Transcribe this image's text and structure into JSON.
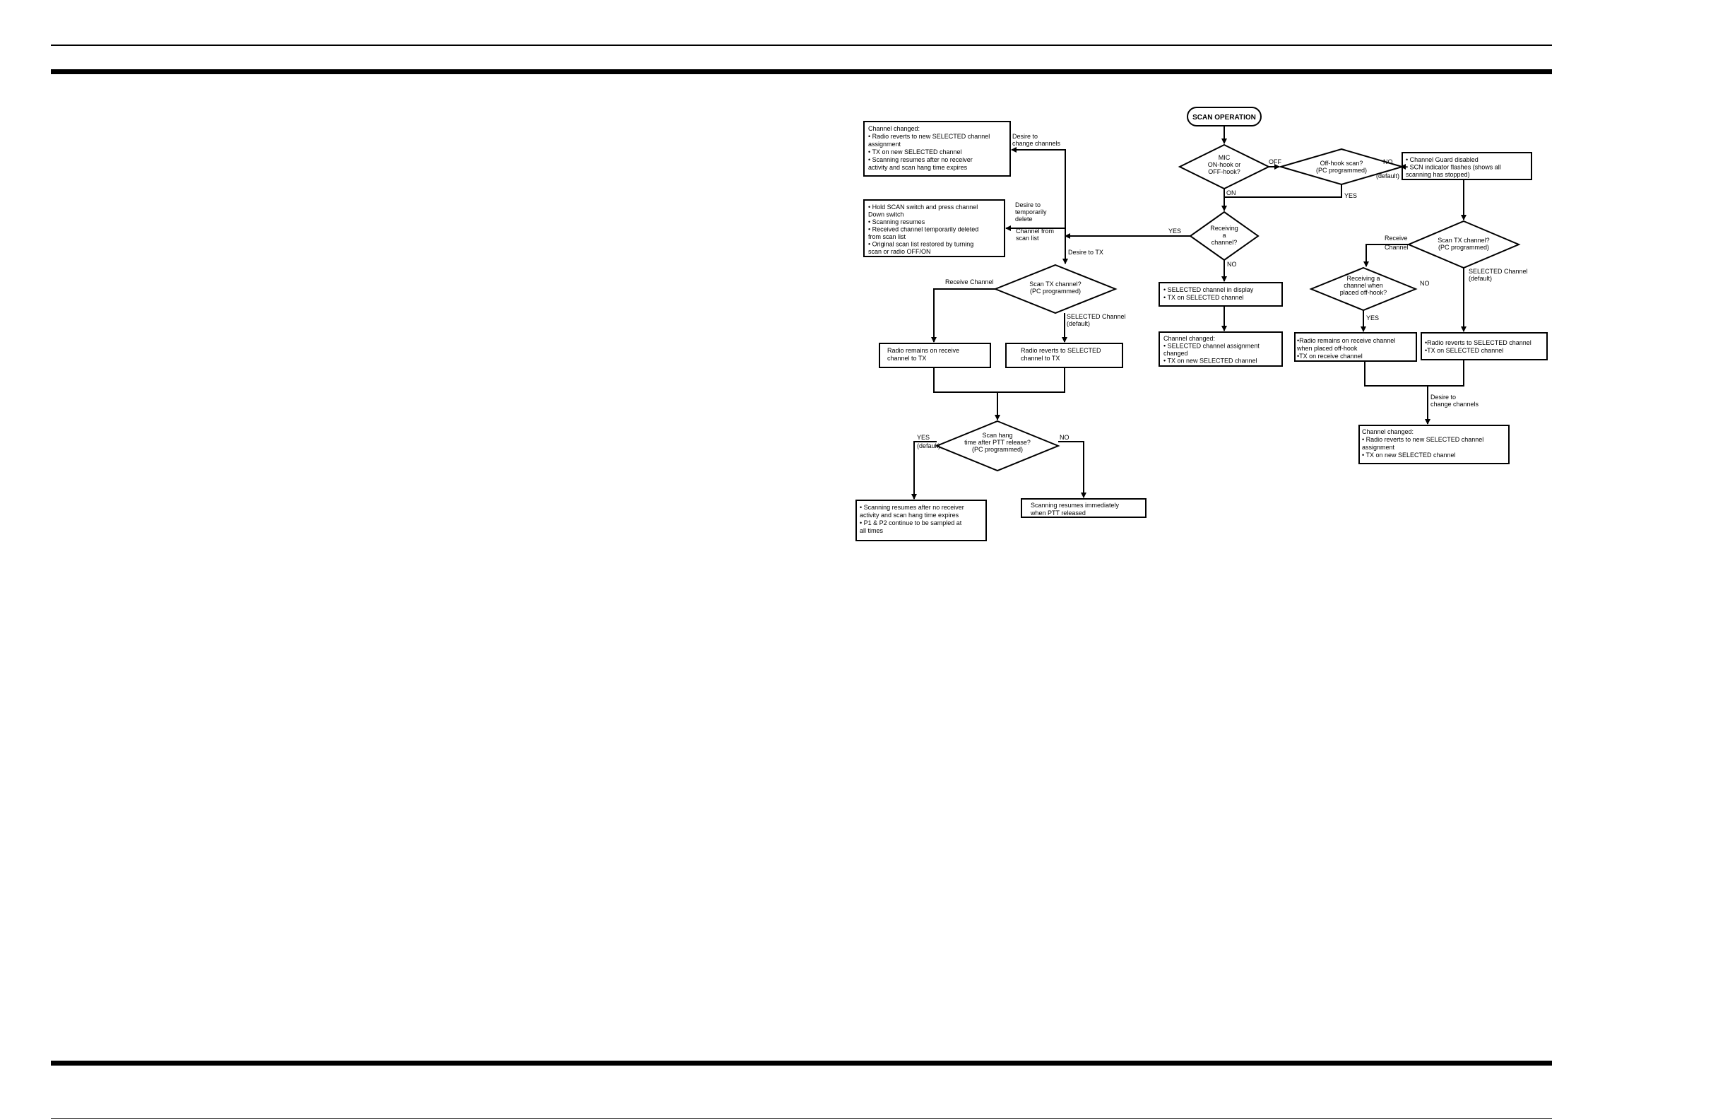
{
  "start": {
    "label": "SCAN OPERATION"
  },
  "decisions": {
    "mic_hook": [
      "MIC",
      "ON-hook or",
      "OFF-hook?"
    ],
    "offhook_scan": [
      "Off-hook scan?",
      "(PC programmed)"
    ],
    "receiving": [
      "Receiving",
      "a",
      "channel?"
    ],
    "scan_tx_left": [
      "Scan TX channel?",
      "(PC programmed)"
    ],
    "scan_hang": [
      "Scan hang",
      "time after PTT release?",
      "(PC programmed)"
    ],
    "scan_tx_right": [
      "Scan TX channel?",
      "(PC programmed)"
    ],
    "receiving_offhook": [
      "Receiving a",
      "channel when",
      "placed off-hook?"
    ]
  },
  "boxes": {
    "channel_changed_top": [
      "Channel changed:",
      "• Radio reverts to new SELECTED channel",
      "  assignment",
      "• TX on new SELECTED channel",
      "• Scanning resumes after no receiver",
      "  activity and scan hang time expires"
    ],
    "hold_scan": [
      "• Hold SCAN switch and press channel",
      "  Down switch",
      "• Scanning resumes",
      "• Received channel temporarily deleted",
      "  from scan list",
      "• Original scan list restored by turning",
      "  scan or radio OFF/ON"
    ],
    "channel_guard": [
      "• Channel Guard disabled",
      "• SCN indicator flashes (shows all",
      "  scanning has stopped)"
    ],
    "selected_display": [
      "• SELECTED channel in display",
      "• TX on SELECTED channel"
    ],
    "channel_changed_mid": [
      "Channel changed:",
      "• SELECTED channel assignment",
      "  changed",
      "• TX on new SELECTED channel"
    ],
    "remains_left": [
      "Radio remains on receive",
      "channel to TX"
    ],
    "reverts_left": [
      "Radio reverts to SELECTED",
      "channel to TX"
    ],
    "scanning_resumes_after": [
      "• Scanning resumes after no receiver",
      "  activity and scan hang time expires",
      "• P1 & P2 continue to be sampled at",
      "  all times"
    ],
    "scanning_immediately": [
      "Scanning resumes immediately",
      "when PTT released"
    ],
    "remains_right": [
      "•Radio remains on receive channel",
      "  when placed off-hook",
      "•TX on receive channel"
    ],
    "reverts_right": [
      "•Radio reverts to SELECTED channel",
      "•TX on SELECTED channel"
    ],
    "channel_changed_right": [
      "Channel changed:",
      "• Radio reverts to new SELECTED channel",
      "  assignment",
      "• TX on new SELECTED channel"
    ]
  },
  "labels": {
    "off": "OFF",
    "on": "ON",
    "no_offhook": "NO",
    "yes_offhook": "YES",
    "default_offhook": "(default)",
    "yes_receiving": "YES",
    "no_receiving": "NO",
    "desire_change": [
      "Desire to",
      "change channels"
    ],
    "desire_delete": [
      "Desire to",
      "temporarily",
      "delete"
    ],
    "channel_from": [
      "Channel from",
      "scan list"
    ],
    "desire_tx": "Desire to TX",
    "receive_channel_left": "Receive Channel",
    "selected_channel_left": [
      "SELECTED Channel",
      "(default)"
    ],
    "yes_hang": [
      "YES",
      "(default)"
    ],
    "no_hang": "NO",
    "receive_channel_right": [
      "Receive",
      "Channel"
    ],
    "selected_channel_right": [
      "SELECTED Channel",
      "(default)"
    ],
    "no_offhook2": "NO",
    "yes_offhook2": "YES",
    "desire_change_right": [
      "Desire to",
      "change channels"
    ]
  }
}
